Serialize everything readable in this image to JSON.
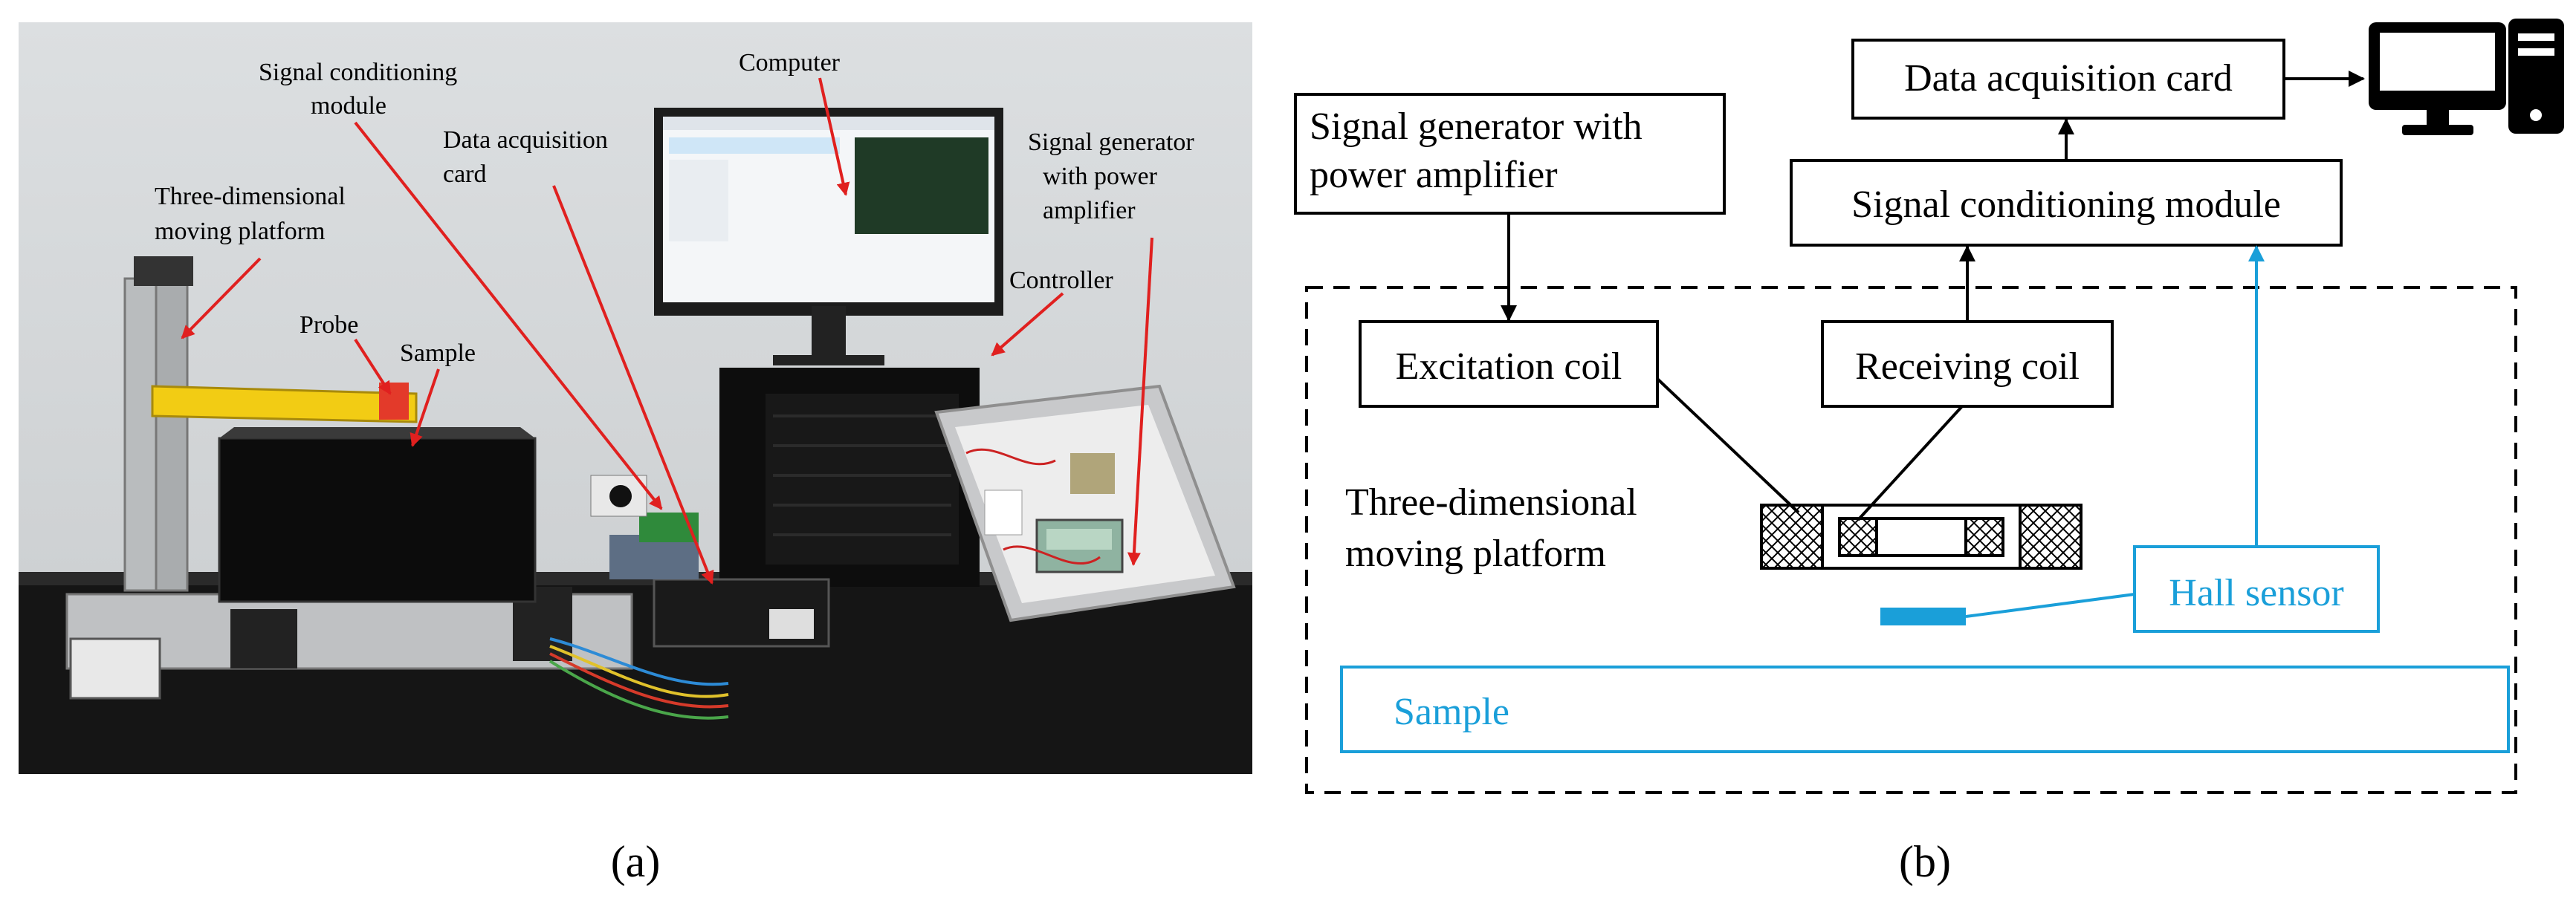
{
  "colors": {
    "black": "#000000",
    "cyan": "#1a9fd9",
    "wall": "#d8dadb",
    "table": "#141414"
  },
  "panel_a": {
    "caption": "(a)",
    "labels": {
      "signal_conditioning": [
        "Signal conditioning",
        "module"
      ],
      "data_acquisition": [
        "Data acquisition",
        "card"
      ],
      "computer": "Computer",
      "signal_generator": [
        "Signal generator",
        "with power",
        "amplifier"
      ],
      "three_dim": [
        "Three-dimensional",
        "moving platform"
      ],
      "probe": "Probe",
      "sample": "Sample",
      "controller": "Controller"
    }
  },
  "panel_b": {
    "caption": "(b)",
    "boxes": {
      "data_acquisition": "Data acquisition card",
      "signal_generator": [
        "Signal generator with",
        "power amplifier"
      ],
      "signal_conditioning": "Signal conditioning module",
      "excitation_coil": "Excitation coil",
      "receiving_coil": "Receiving coil",
      "hall_sensor": "Hall sensor",
      "sample": "Sample"
    },
    "platform_label": [
      "Three-dimensional",
      "moving platform"
    ],
    "icons": [
      "monitor-icon",
      "computer-tower-icon"
    ]
  }
}
